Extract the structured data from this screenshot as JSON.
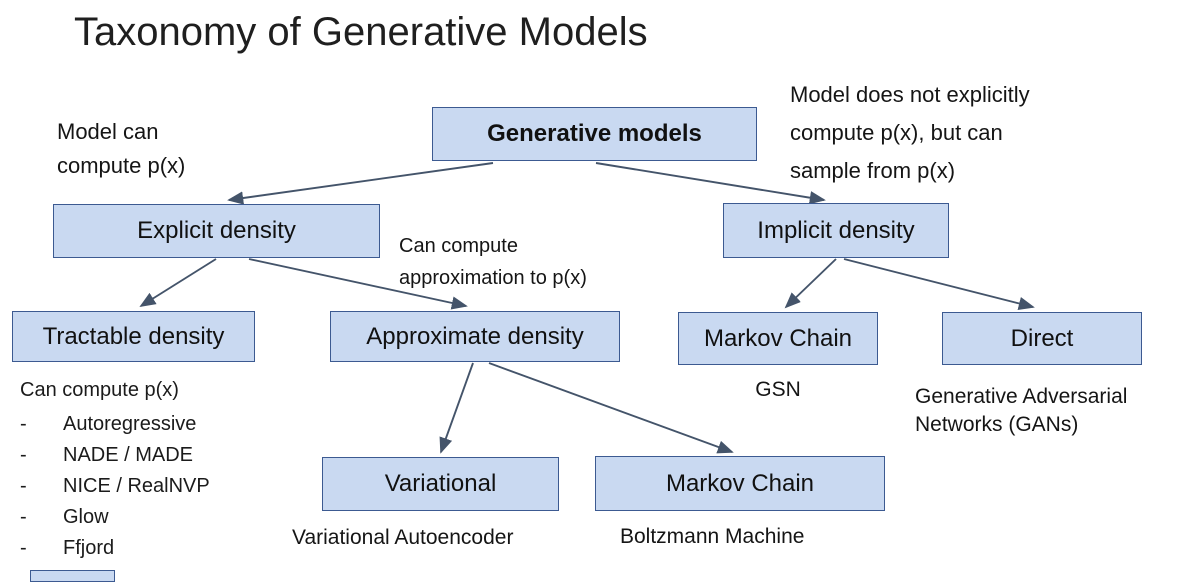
{
  "title": "Taxonomy of Generative Models",
  "colors": {
    "box_fill": "#c9d9f1",
    "box_border": "#3c5a91",
    "arrow": "#44546a",
    "text": "#1b1b1b"
  },
  "nodes": {
    "generative": {
      "label": "Generative models"
    },
    "explicit": {
      "label": "Explicit density"
    },
    "implicit": {
      "label": "Implicit density"
    },
    "tractable": {
      "label": "Tractable density"
    },
    "approximate": {
      "label": "Approximate density"
    },
    "markov_gsn": {
      "label": "Markov Chain"
    },
    "direct": {
      "label": "Direct"
    },
    "variational": {
      "label": "Variational"
    },
    "markov_boltzmann": {
      "label": "Markov Chain"
    }
  },
  "annotations": {
    "left": "Model can\ncompute p(x)",
    "right": "Model does not explicitly\ncompute p(x), but can\nsample from p(x)",
    "middle": "Can compute\napproximation to p(x)"
  },
  "captions": {
    "gsn": "GSN",
    "gans": "Generative Adversarial\nNetworks (GANs)",
    "vae": "Variational Autoencoder",
    "boltzmann": "Boltzmann Machine"
  },
  "tractable_list": {
    "heading": "Can compute p(x)",
    "bullet": "-",
    "items": [
      "Autoregressive",
      "NADE / MADE",
      "NICE / RealNVP",
      "Glow",
      "Ffjord"
    ]
  }
}
